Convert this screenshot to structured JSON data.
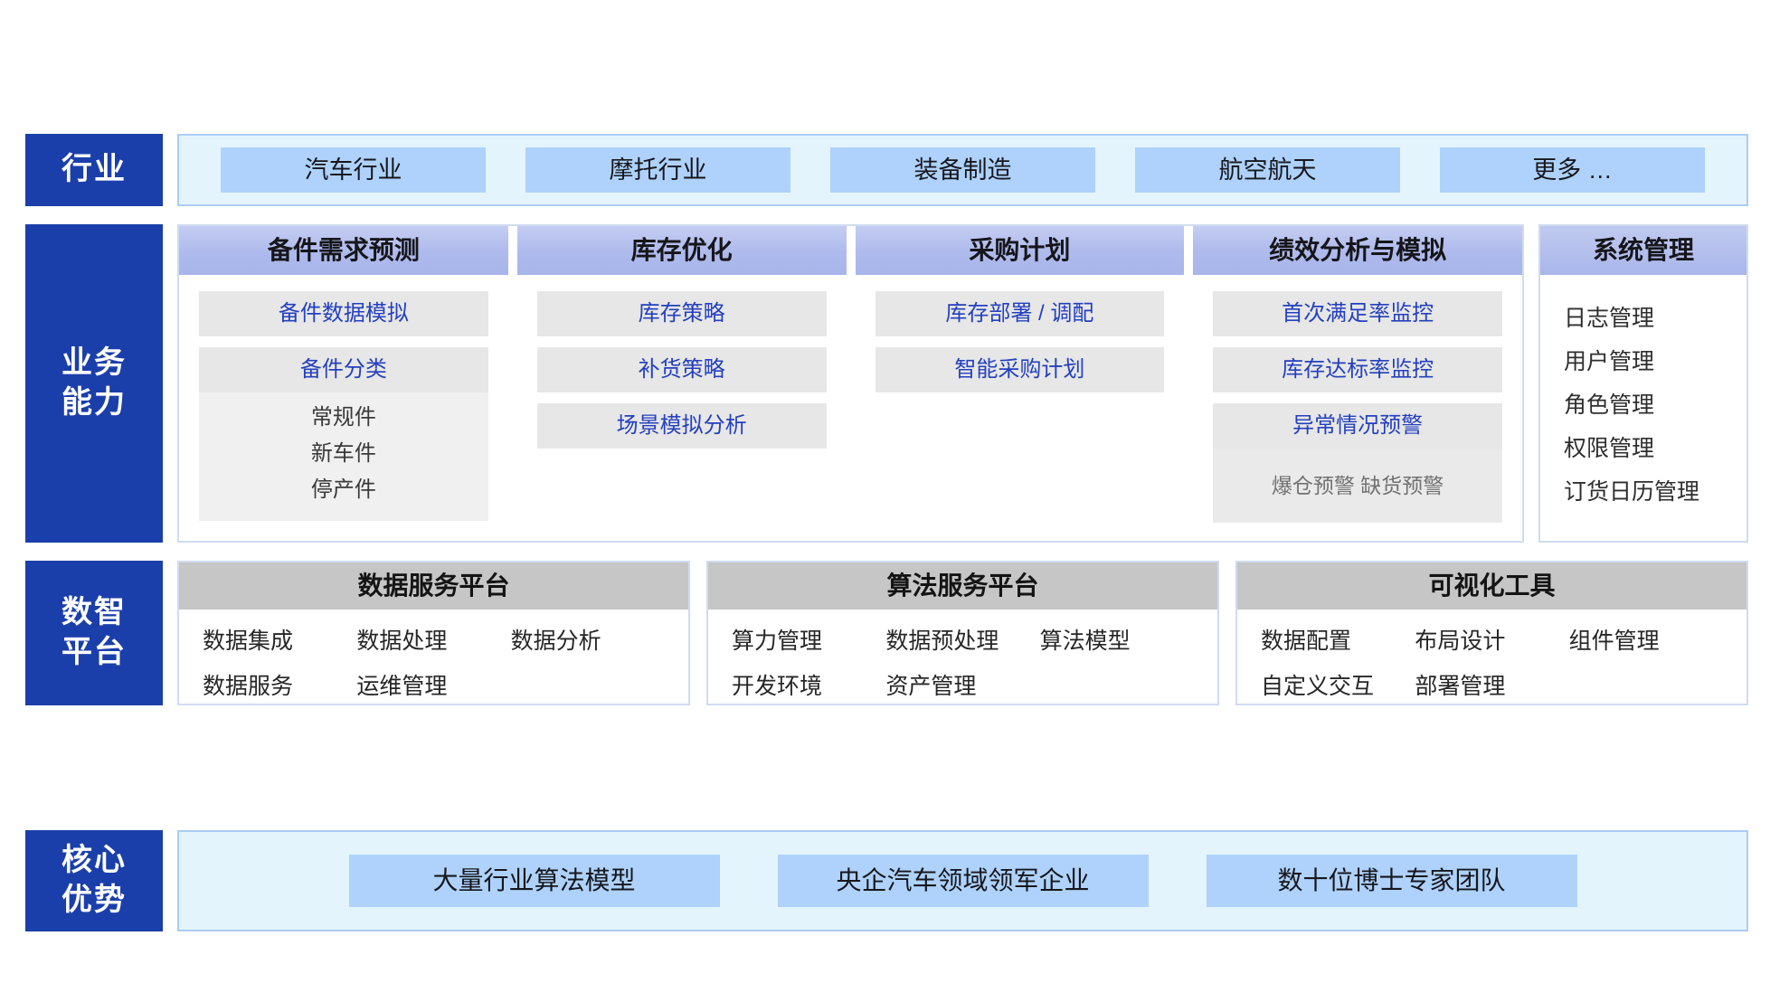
{
  "rows": {
    "industry": {
      "label_lines": [
        "行业"
      ],
      "chips": [
        "汽车行业",
        "摩托行业",
        "装备制造",
        "航空航天",
        "更多 …"
      ]
    },
    "business": {
      "label_lines": [
        "业务",
        "能力"
      ],
      "columns": [
        {
          "title": "备件需求预测",
          "chips": [
            "备件数据模拟",
            "备件分类"
          ],
          "sub_items": [
            "常规件",
            "新车件",
            "停产件"
          ],
          "note": ""
        },
        {
          "title": "库存优化",
          "chips": [
            "库存策略",
            "补货策略",
            "场景模拟分析"
          ],
          "sub_items": [],
          "note": ""
        },
        {
          "title": "采购计划",
          "chips": [
            "库存部署 / 调配",
            "智能采购计划"
          ],
          "sub_items": [],
          "note": ""
        },
        {
          "title": "绩效分析与模拟",
          "chips": [
            "首次满足率监控",
            "库存达标率监控",
            "异常情况预警"
          ],
          "sub_items": [],
          "note": "爆仓预警 缺货预警"
        }
      ],
      "side_panel": {
        "title": "系统管理",
        "items": [
          "日志管理",
          "用户管理",
          "角色管理",
          "权限管理",
          "订货日历管理"
        ]
      }
    },
    "platform": {
      "label_lines": [
        "数智",
        "平台"
      ],
      "cards": [
        {
          "title": "数据服务平台",
          "items": [
            "数据集成",
            "数据处理",
            "数据分析",
            "数据服务",
            "运维管理"
          ]
        },
        {
          "title": "算法服务平台",
          "items": [
            "算力管理",
            "数据预处理",
            "算法模型",
            "开发环境",
            "资产管理"
          ]
        },
        {
          "title": "可视化工具",
          "items": [
            "数据配置",
            "布局设计",
            "组件管理",
            "自定义交互",
            "部署管理"
          ]
        }
      ]
    },
    "core": {
      "label_lines": [
        "核心",
        "优势"
      ],
      "chips": [
        "大量行业算法模型",
        "央企汽车领域领军企业",
        "数十位博士专家团队"
      ]
    }
  },
  "colors": {
    "label_blue": "#1b3faa",
    "chip_blue": "#aed2fb",
    "strip_blue": "#e4f4fd",
    "header_purple": "#aebaec",
    "header_gray": "#c6c6c6",
    "cap_chip_gray": "#e7e7e7",
    "cap_text_blue": "#2440bf"
  }
}
